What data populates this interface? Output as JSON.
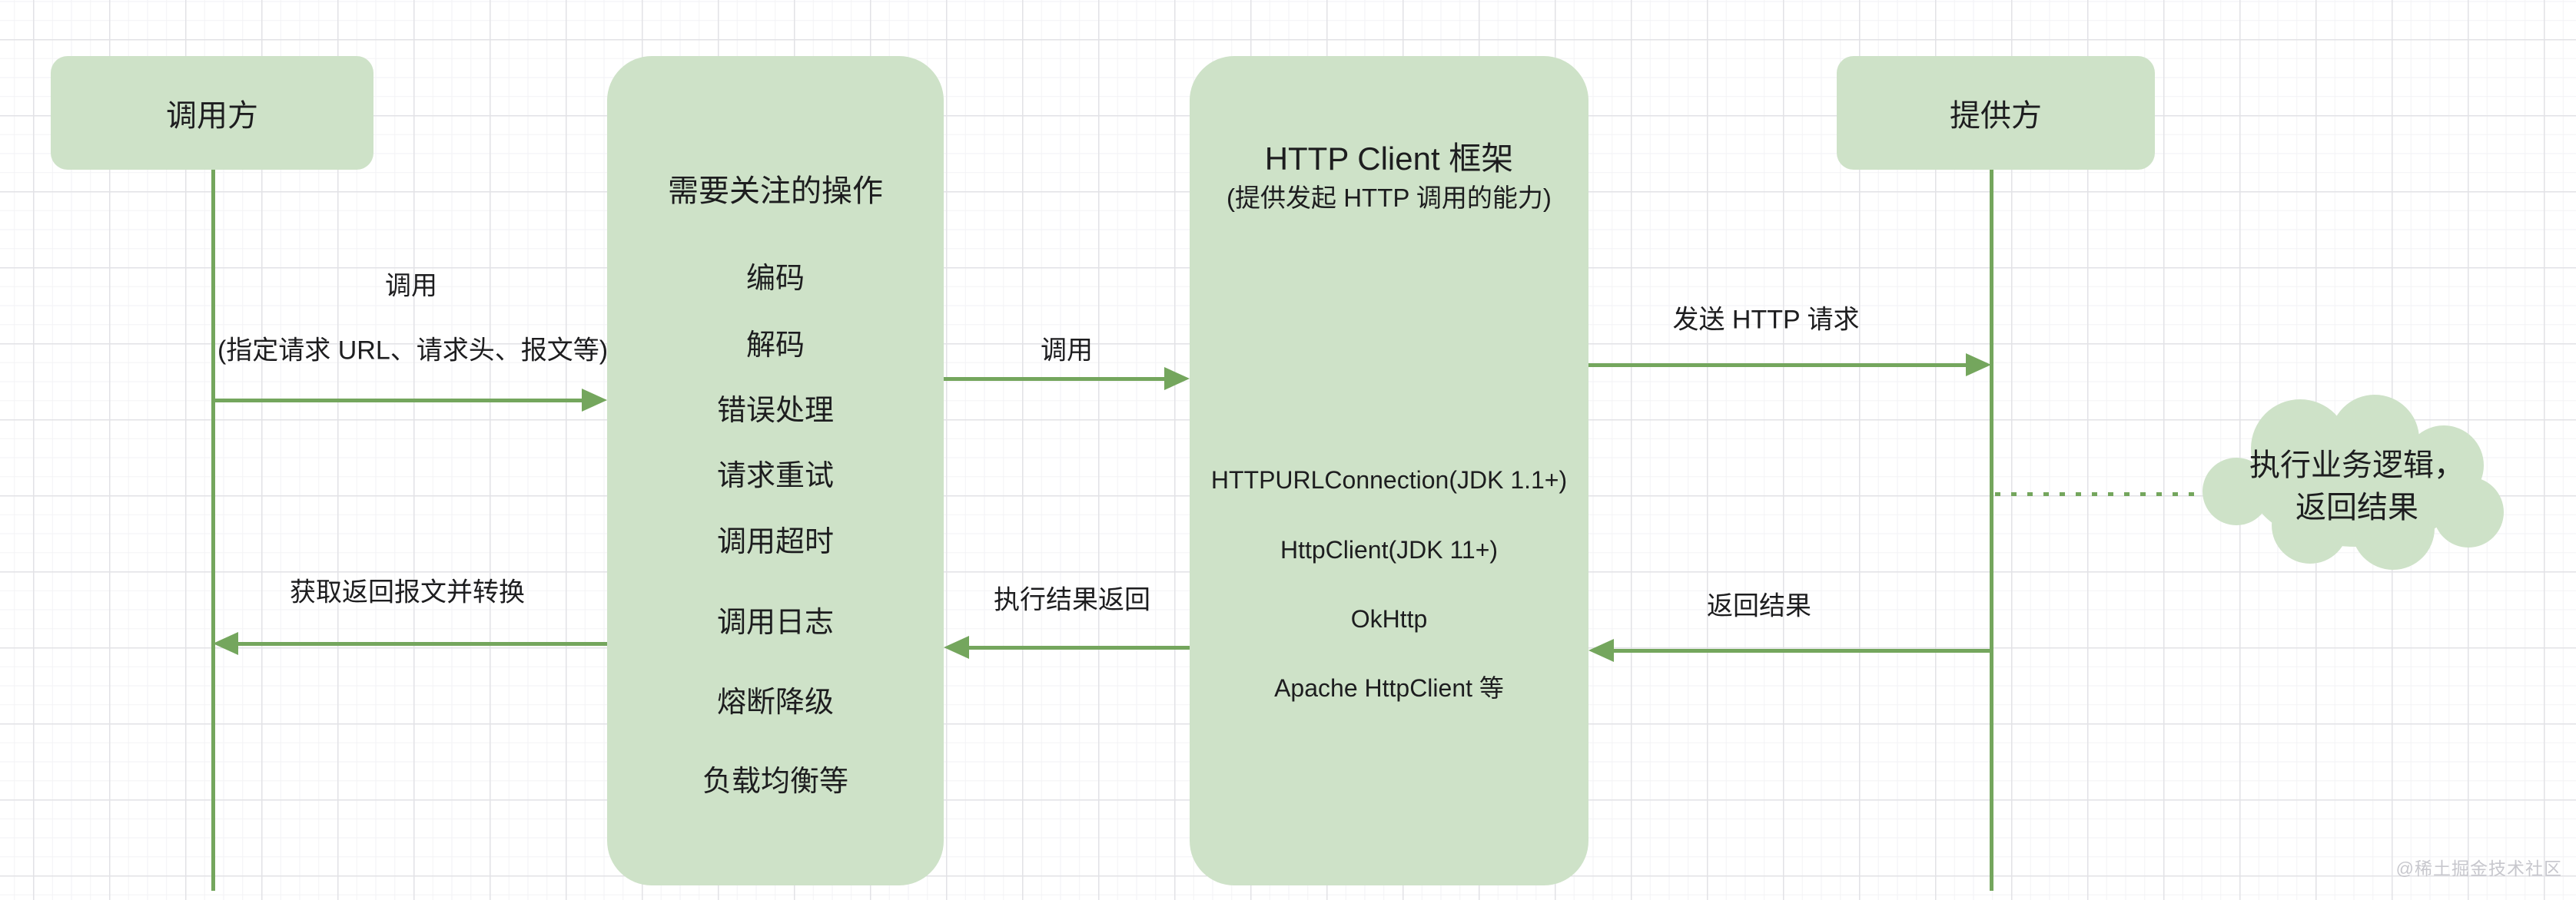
{
  "colors": {
    "box_fill": "#cee2c8",
    "line_green": "#74a65d",
    "text": "#1d1d1f",
    "watermark": "#c7c7cd"
  },
  "actors": {
    "caller": {
      "label": "调用方"
    },
    "operations": {
      "title": "需要关注的操作",
      "items": [
        "编码",
        "解码",
        "错误处理",
        "请求重试",
        "调用超时",
        "调用日志",
        "熔断降级",
        "负载均衡等"
      ]
    },
    "http_client": {
      "title": "HTTP Client 框架",
      "subtitle": "(提供发起 HTTP 调用的能力)",
      "items": [
        "HTTPURLConnection(JDK 1.1+)",
        "HttpClient(JDK 11+)",
        "OkHttp",
        "Apache HttpClient 等"
      ]
    },
    "provider": {
      "label": "提供方"
    }
  },
  "messages": {
    "call_from_caller": {
      "label": "调用",
      "note": "(指定请求 URL、请求头、报文等)"
    },
    "call_to_framework": {
      "label": "调用"
    },
    "send_http": {
      "label": "发送 HTTP 请求"
    },
    "return_result": {
      "label": "返回结果"
    },
    "exec_result_return": {
      "label": "执行结果返回"
    },
    "get_response": {
      "label": "获取返回报文并转换"
    }
  },
  "cloud": {
    "line1": "执行业务逻辑，",
    "line2": "返回结果"
  },
  "watermark": "@稀土掘金技术社区"
}
